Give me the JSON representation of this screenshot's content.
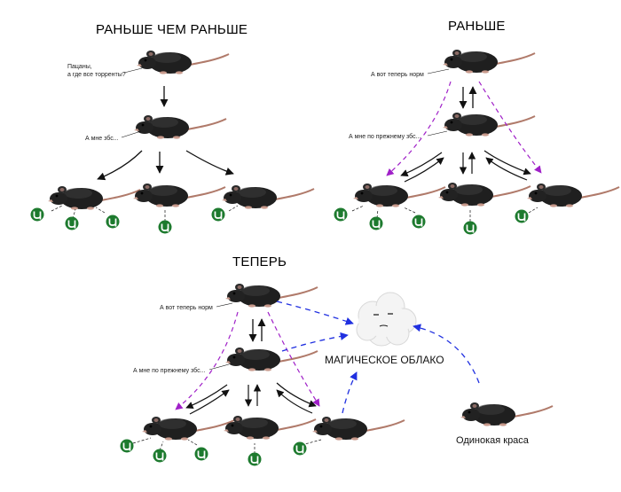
{
  "panel_before_before": {
    "title": "РАНЬШЕ ЧЕМ РАНЬШЕ",
    "top_note_line1": "Пацаны,",
    "top_note_line2": "а где все торренты?",
    "mid_note": "А мне збс..."
  },
  "panel_before": {
    "title": "РАНЬШЕ",
    "top_note": "А вот теперь норм",
    "mid_note": "А мне по прежнему збс..."
  },
  "panel_now": {
    "title": "ТЕПЕРЬ",
    "top_note": "А вот теперь норм",
    "mid_note": "А мне по прежнему збс...",
    "cloud_label": "МАГИЧЕСКОЕ ОБЛАКО",
    "lonely_caption": "Одинокая краса"
  },
  "colors": {
    "solid_arrow": "#111111",
    "purple_dash": "#a020c8",
    "blue_dash": "#2030e0",
    "torrent_green": "#1d7a2e",
    "rat_body": "#1f1f1f"
  },
  "icons": {
    "rat": "rat-icon",
    "torrent": "utorrent-icon",
    "cloud": "cloud-icon"
  }
}
